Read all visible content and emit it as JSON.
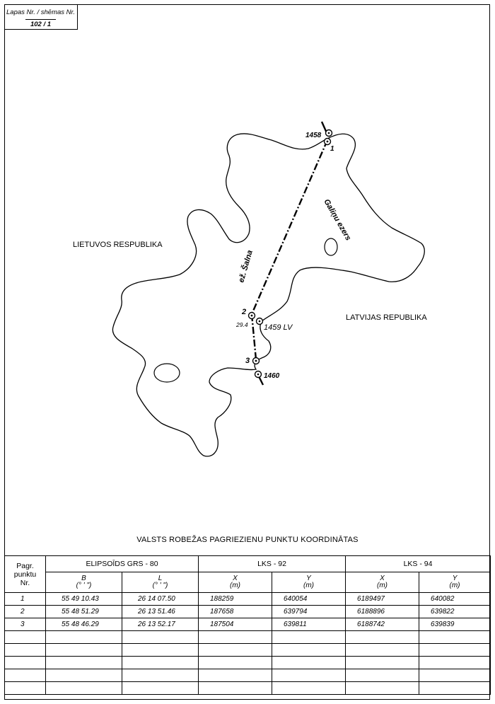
{
  "sheet": {
    "label": "Lapas Nr. / shēmas Nr.",
    "number": "102 / 1"
  },
  "map": {
    "country_left": "LIETUVOS RESPUBLIKA",
    "country_right": "LATVIJAS REPUBLIKA",
    "lake_west": "ež. Šalna",
    "lake_east": "Galiņu ezers",
    "markers": [
      {
        "id": "1",
        "label": "1458"
      },
      {
        "id": "2",
        "label": "1459 LV",
        "note": "29.4"
      },
      {
        "id": "3",
        "label": "1460"
      }
    ]
  },
  "table": {
    "caption": "VALSTS ROBEŽAS PAGRIEZIENU PUNKTU KOORDINĀTAS",
    "col_point": [
      "Pagr.",
      "punktu",
      "Nr."
    ],
    "groups": [
      "ELIPSOĪDS GRS - 80",
      "LKS - 92",
      "LKS - 94"
    ],
    "sub": [
      {
        "name": "B",
        "unit": "(° ' \")"
      },
      {
        "name": "L",
        "unit": "(° ' \")"
      },
      {
        "name": "X",
        "unit": "(m)"
      },
      {
        "name": "Y",
        "unit": "(m)"
      },
      {
        "name": "X",
        "unit": "(m)"
      },
      {
        "name": "Y",
        "unit": "(m)"
      }
    ],
    "rows": [
      [
        "1",
        "55 49 10.43",
        "26 14 07.50",
        "188259",
        "640054",
        "6189497",
        "640082"
      ],
      [
        "2",
        "55 48 51.29",
        "26 13 51.46",
        "187658",
        "639794",
        "6188896",
        "639822"
      ],
      [
        "3",
        "55 48 46.29",
        "26 13 52.17",
        "187504",
        "639811",
        "6188742",
        "639839"
      ]
    ],
    "empty_rows": 5
  }
}
